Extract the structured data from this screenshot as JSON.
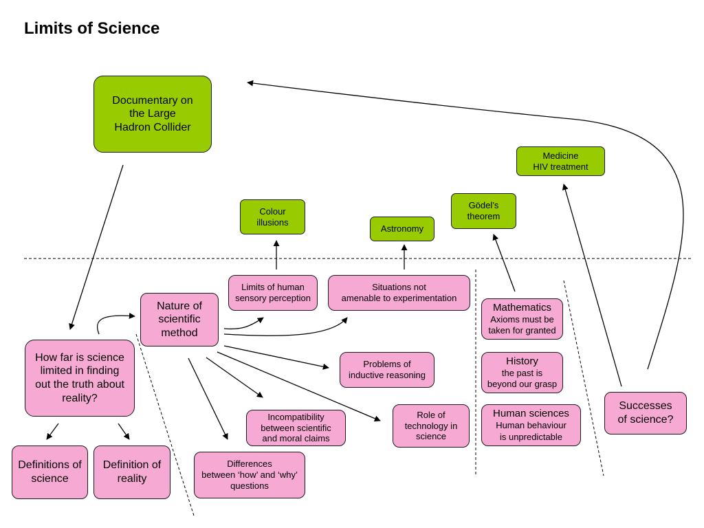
{
  "title": "Limits of Science",
  "nodes": {
    "documentary": "Documentary on\nthe Large\nHadron Collider",
    "medicine": "Medicine\nHIV treatment",
    "godel": "Gödel’s\ntheorem",
    "colour": "Colour\nillusions",
    "astronomy": "Astronomy",
    "limits_human": "Limits of human\nsensory perception",
    "situations": "Situations not\namenable to experimentation",
    "nature": "Nature of\nscientific\nmethod",
    "how_far": "How far is science\nlimited in finding\nout the truth about\nreality?",
    "def_science": "Definitions of\nscience",
    "def_reality": "Definition of\nreality",
    "inductive": "Problems of\ninductive reasoning",
    "incompat": "Incompatibility\nbetween scientific\nand moral claims",
    "technology": "Role of\ntechnology in\nscience",
    "how_why": "Differences\nbetween ‘how’ and ‘why’\nquestions",
    "mathematics": {
      "title": "Mathematics",
      "sub": "Axioms must be\ntaken for granted"
    },
    "history": {
      "title": "History",
      "sub": "the past is\nbeyond our grasp"
    },
    "human_sciences": {
      "title": "Human sciences",
      "sub": "Human behaviour\nis unpredictable"
    },
    "successes": "Successes\nof science?"
  },
  "colors": {
    "green": "#99cc00",
    "pink": "#f5a9d3",
    "line": "#000000"
  }
}
